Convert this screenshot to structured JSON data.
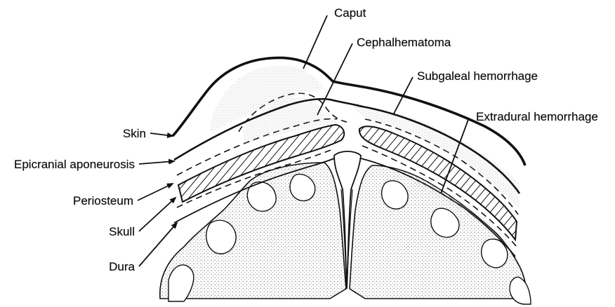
{
  "labels": {
    "caput": "Caput",
    "cephalhematoma": "Cephalhematoma",
    "subgaleal": "Subgaleal hemorrhage",
    "extradural": "Extradural hemorrhage",
    "skin": "Skin",
    "epicranial": "Epicranial aponeurosis",
    "periosteum": "Periosteum",
    "skull": "Skull",
    "dura": "Dura"
  },
  "colors": {
    "ink": "#111111",
    "stipple": "#9a9a9a",
    "background": "#ffffff"
  }
}
